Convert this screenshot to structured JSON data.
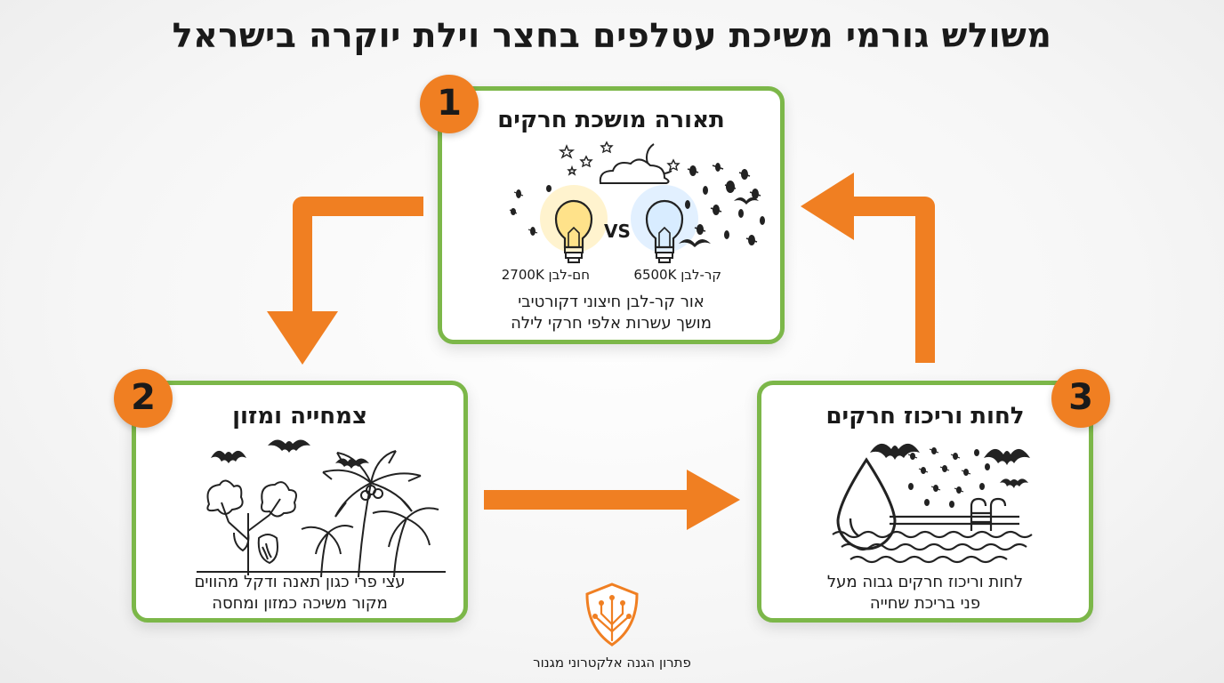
{
  "title": "משולש גורמי משיכת עטלפים בחצר וילת יוקרה בישראל",
  "colors": {
    "accent": "#f07f22",
    "border": "#7cb749",
    "text": "#1a1a1a"
  },
  "cards": [
    {
      "number": "1",
      "title": "תאורה מושכת חרקים",
      "labels": {
        "vs": "VS",
        "warm": "חם-לבן 2700K",
        "cool": "קר-לבן 6500K"
      },
      "desc": [
        "אור קר-לבן חיצוני דקורטיבי",
        "מושך עשרות אלפי חרקי לילה"
      ],
      "icons": [
        "moon-icon",
        "cloud-icon",
        "star-icon",
        "warm-bulb-icon",
        "cool-bulb-icon",
        "insect-swarm-icon"
      ]
    },
    {
      "number": "2",
      "title": "צמחייה ומזון",
      "desc": [
        "עצי פרי כגון תאנה ודקל מהווים",
        "מקור משיכה כמזון ומחסה"
      ],
      "icons": [
        "bat-icon",
        "fig-tree-icon",
        "palm-tree-icon"
      ]
    },
    {
      "number": "3",
      "title": "לחות וריכוז חרקים",
      "desc": [
        "לחות וריכוז חרקים גבוה מעל",
        "פני בריכת שחייה"
      ],
      "icons": [
        "water-drop-icon",
        "pool-ladder-icon",
        "bat-icon",
        "insect-swarm-icon"
      ]
    }
  ],
  "footer": {
    "text": "פתרון הגנה אלקטרוני מגנור",
    "icon": "shield-circuit-icon"
  }
}
